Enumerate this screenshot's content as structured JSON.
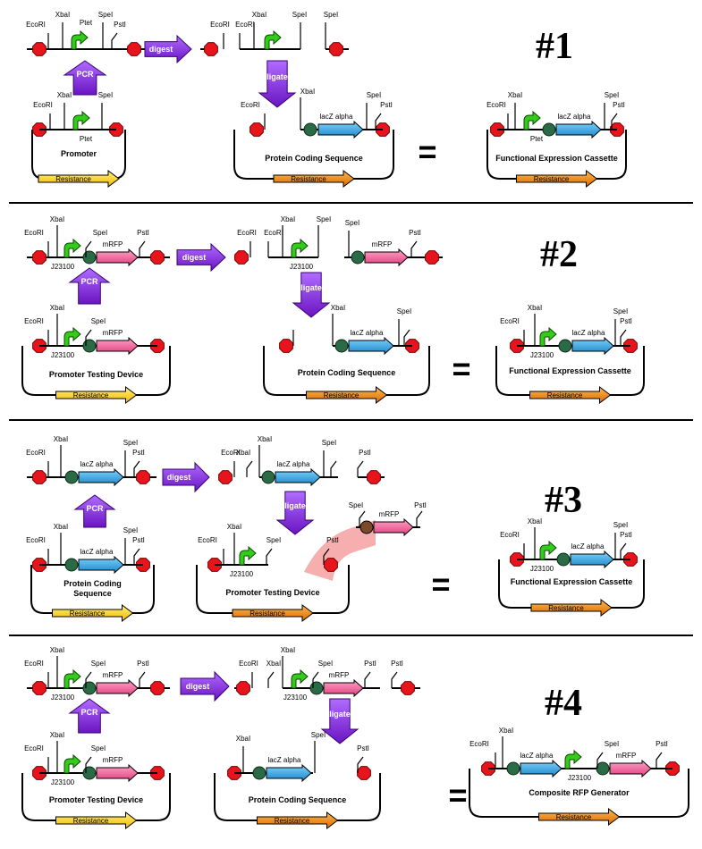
{
  "labels": {
    "EcoRI": "EcoRI",
    "XbaI": "XbaI",
    "SpeI": "SpeI",
    "PstI": "PstI",
    "Ptet": "Ptet",
    "J23100": "J23100",
    "mRFP": "mRFP",
    "lacZ": "lacZ alpha",
    "resistance": "Resistance",
    "digest": "digest",
    "ligate": "ligate",
    "pcr": "PCR",
    "equals": "="
  },
  "panels": [
    {
      "number": "#1",
      "left_plasmid": "Promoter",
      "mid_plasmid": "Protein Coding Sequence",
      "result": "Functional Expression Cassette"
    },
    {
      "number": "#2",
      "left_plasmid": "Promoter Testing Device",
      "mid_plasmid": "Protein Coding Sequence",
      "result": "Functional Expression Cassette"
    },
    {
      "number": "#3",
      "left_plasmid": "Protein Coding\nSequence",
      "mid_plasmid": "Promoter Testing Device",
      "result": "Functional Expression Cassette"
    },
    {
      "number": "#4",
      "left_plasmid": "Promoter Testing Device",
      "mid_plasmid": "Protein Coding Sequence",
      "result": "Composite RFP Generator"
    }
  ],
  "colors": {
    "site": "#e8141c",
    "rbs": "#2a6b45",
    "promoter": "#33cc1a",
    "lacZ": "#3fa9e6",
    "mRFP": "#f06aa0",
    "resistance_yellow": "#f7d21a",
    "resistance_orange": "#f08a1a",
    "purple": "#8a2be2",
    "transfer": "#f4a0a0"
  }
}
